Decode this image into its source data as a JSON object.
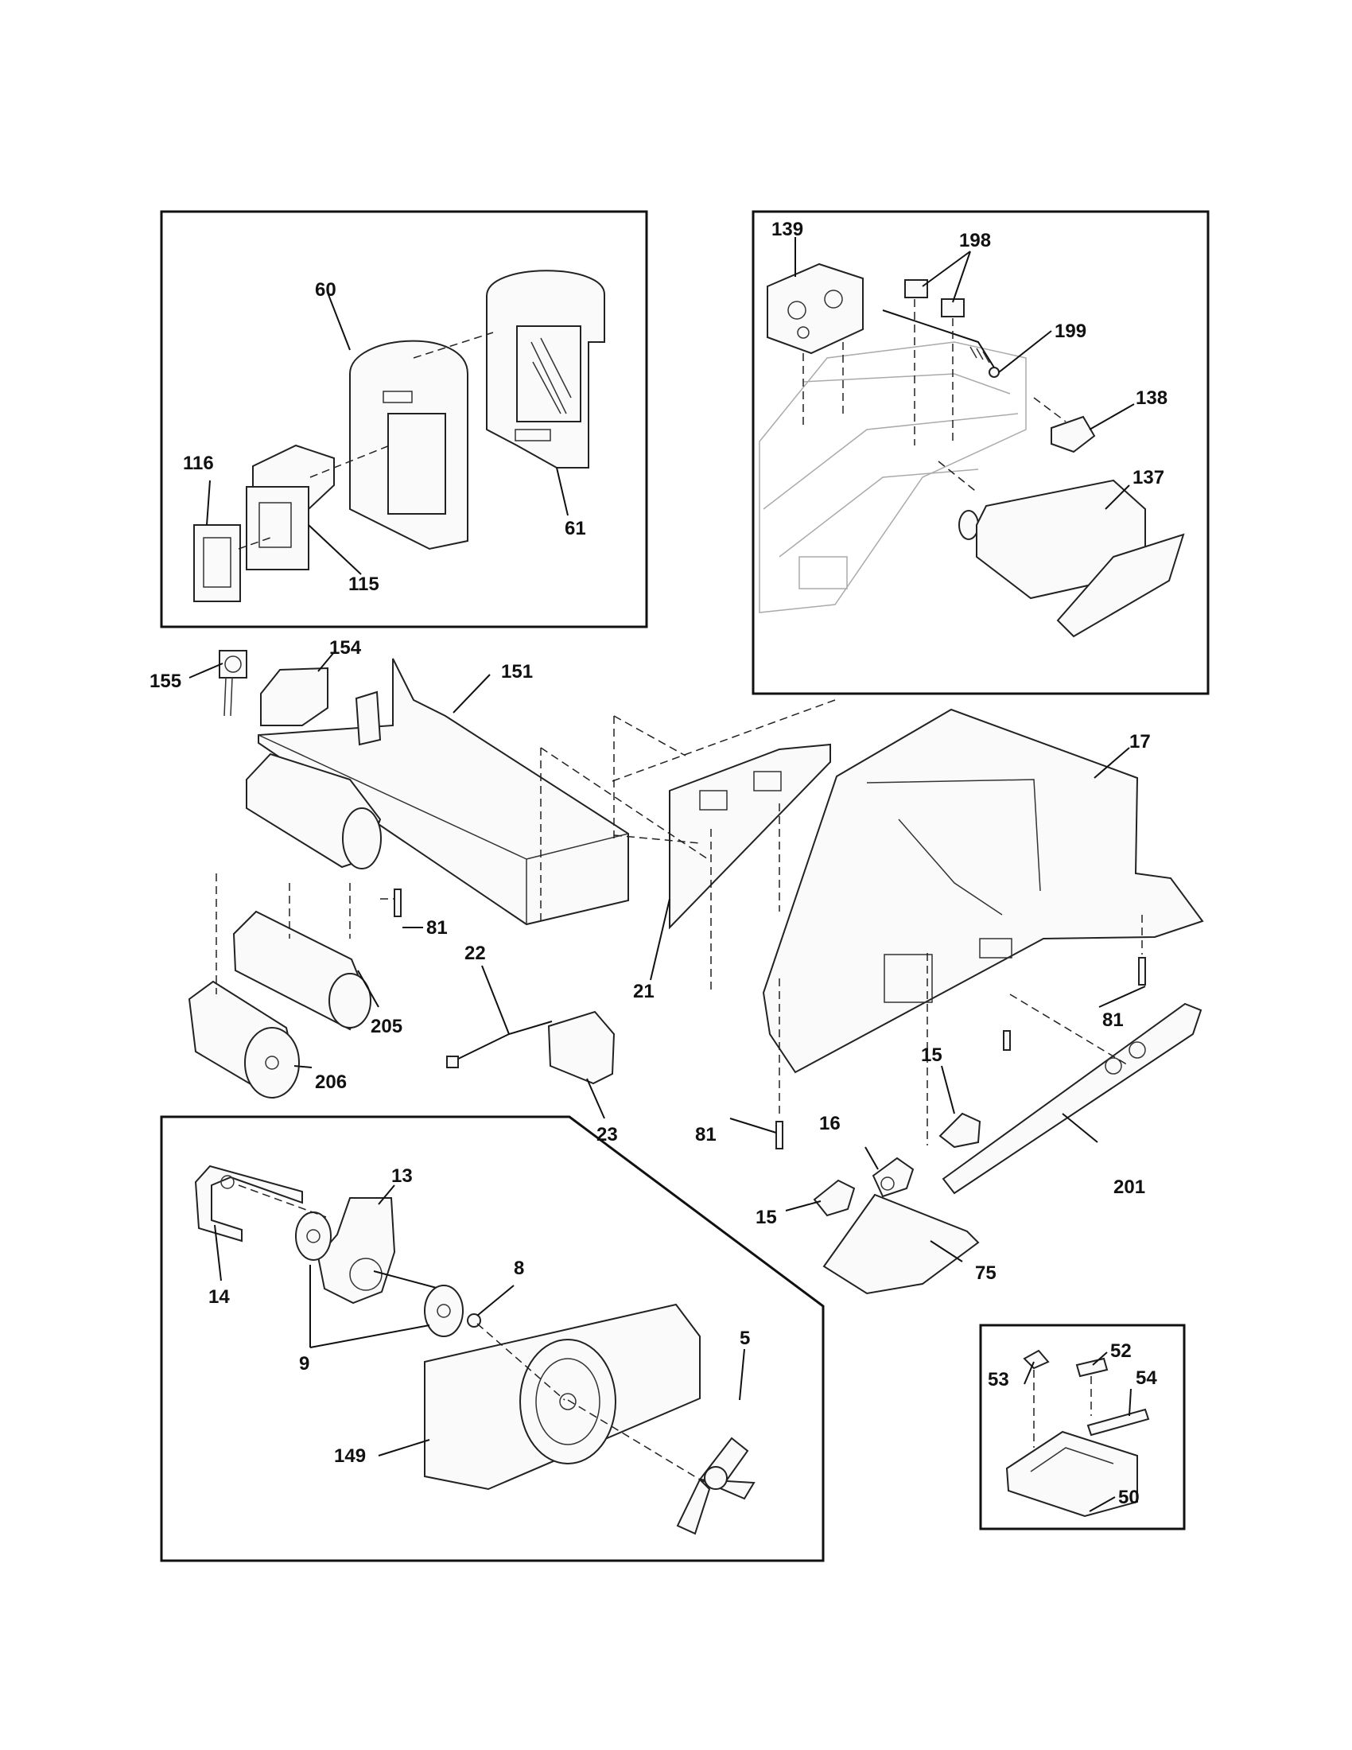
{
  "labels": {
    "p139": "139",
    "p198": "198",
    "p199": "199",
    "p138": "138",
    "p137": "137",
    "p60": "60",
    "p61": "61",
    "p116": "116",
    "p115": "115",
    "p155": "155",
    "p154": "154",
    "p151": "151",
    "p17": "17",
    "p21": "21",
    "p22": "22",
    "p23": "23",
    "p81a": "81",
    "p81b": "81",
    "p81c": "81",
    "p205": "205",
    "p206": "206",
    "p15a": "15",
    "p15b": "15",
    "p16": "16",
    "p201": "201",
    "p75": "75",
    "p13": "13",
    "p14": "14",
    "p8": "8",
    "p9": "9",
    "p5": "5",
    "p149": "149",
    "p52": "52",
    "p53": "53",
    "p54": "54",
    "p50": "50"
  }
}
